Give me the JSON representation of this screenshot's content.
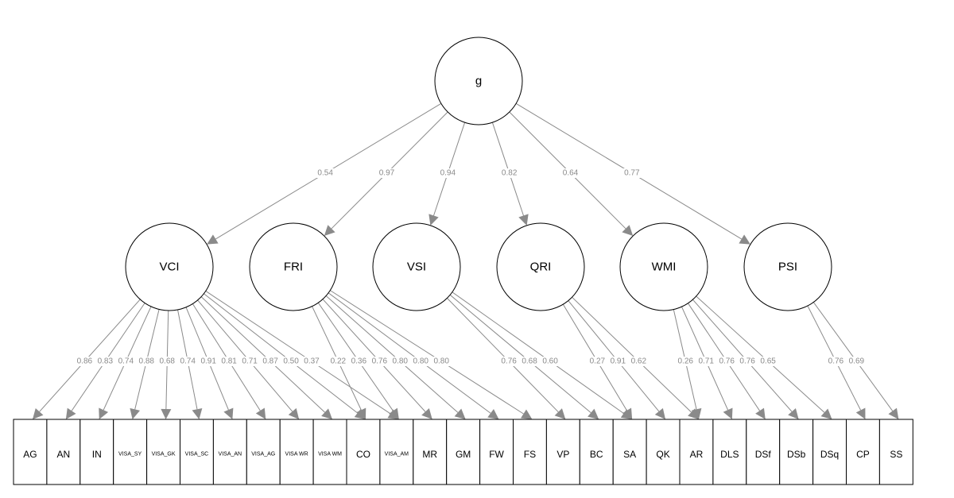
{
  "general_factor": {
    "label": "g"
  },
  "factors": [
    {
      "id": "VCI",
      "label": "VCI",
      "loading": "0.54"
    },
    {
      "id": "FRI",
      "label": "FRI",
      "loading": "0.97"
    },
    {
      "id": "VSI",
      "label": "VSI",
      "loading": "0.94"
    },
    {
      "id": "QRI",
      "label": "QRI",
      "loading": "0.82"
    },
    {
      "id": "WMI",
      "label": "WMI",
      "loading": "0.64"
    },
    {
      "id": "PSI",
      "label": "PSI",
      "loading": "0.77"
    }
  ],
  "indicators": [
    {
      "label": "AG"
    },
    {
      "label": "AN"
    },
    {
      "label": "IN"
    },
    {
      "label": "VISA_SY"
    },
    {
      "label": "VISA_GK"
    },
    {
      "label": "VISA_SC"
    },
    {
      "label": "VISA_AN"
    },
    {
      "label": "VISA_AG"
    },
    {
      "label": "VISA WR"
    },
    {
      "label": "VISA WM"
    },
    {
      "label": "CO"
    },
    {
      "label": "VISA_AM"
    },
    {
      "label": "MR"
    },
    {
      "label": "GM"
    },
    {
      "label": "FW"
    },
    {
      "label": "FS"
    },
    {
      "label": "VP"
    },
    {
      "label": "BC"
    },
    {
      "label": "SA"
    },
    {
      "label": "QK"
    },
    {
      "label": "AR"
    },
    {
      "label": "DLS"
    },
    {
      "label": "DSf"
    },
    {
      "label": "DSb"
    },
    {
      "label": "DSq"
    },
    {
      "label": "CP"
    },
    {
      "label": "SS"
    }
  ],
  "indicator_loadings": {
    "VCI": [
      {
        "to": 0,
        "value": "0.86"
      },
      {
        "to": 1,
        "value": "0.83"
      },
      {
        "to": 2,
        "value": "0.74"
      },
      {
        "to": 3,
        "value": "0.88"
      },
      {
        "to": 4,
        "value": "0.68"
      },
      {
        "to": 5,
        "value": "0.74"
      },
      {
        "to": 6,
        "value": "0.91"
      },
      {
        "to": 7,
        "value": "0.81"
      },
      {
        "to": 8,
        "value": "0.71"
      },
      {
        "to": 9,
        "value": "0.87"
      },
      {
        "to": 10,
        "value": "0.50"
      },
      {
        "to": 11,
        "value": "0.37"
      }
    ],
    "FRI": [
      {
        "to": 10,
        "value": "0.22"
      },
      {
        "to": 11,
        "value": "0.36"
      },
      {
        "to": 12,
        "value": "0.76"
      },
      {
        "to": 13,
        "value": "0.80"
      },
      {
        "to": 14,
        "value": "0.80"
      },
      {
        "to": 15,
        "value": "0.80"
      }
    ],
    "VSI": [
      {
        "to": 16,
        "value": "0.76"
      },
      {
        "to": 17,
        "value": "0.68"
      },
      {
        "to": 18,
        "value": "0.60"
      }
    ],
    "QRI": [
      {
        "to": 18,
        "value": "0.27"
      },
      {
        "to": 19,
        "value": "0.91"
      },
      {
        "to": 20,
        "value": "0.62"
      }
    ],
    "WMI": [
      {
        "to": 20,
        "value": "0.26"
      },
      {
        "to": 21,
        "value": "0.71"
      },
      {
        "to": 22,
        "value": "0.76"
      },
      {
        "to": 23,
        "value": "0.76"
      },
      {
        "to": 24,
        "value": "0.65"
      }
    ],
    "PSI": [
      {
        "to": 25,
        "value": "0.76"
      },
      {
        "to": 26,
        "value": "0.69"
      }
    ]
  },
  "colors": {
    "path": "#8a8a8a",
    "node_stroke": "#000000",
    "background": "#ffffff"
  }
}
